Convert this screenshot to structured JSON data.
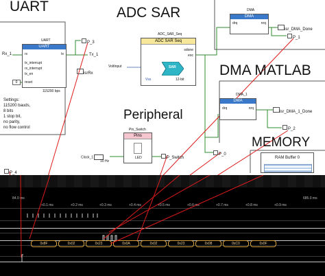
{
  "headings": {
    "uart": "UART",
    "adc": "ADC SAR",
    "dma_matlab": "DMA MATLAB",
    "peripheral": "Peripheral",
    "memory": "MEMORY"
  },
  "uart": {
    "title": "UART",
    "header": "UART",
    "pins_left": [
      "rx",
      "tx_interrupt",
      "rx_interrupt",
      "tx_en",
      "reset"
    ],
    "pin_tx": "tx",
    "input_rx": "Rx_1",
    "input_reset": "0",
    "output_tx": "Tx_1",
    "out_p3": "P_3",
    "isr": "isrRx",
    "baud": "115200 bps",
    "settings": [
      "Settings:",
      "115200 bauds,",
      "8 bits",
      "1 stop bit,",
      "no parity,",
      "no flow control"
    ]
  },
  "adc": {
    "title": "ADC_SAR_Seq",
    "header": "ADC SAR Seq",
    "outputs": [
      "sdone",
      "eoc"
    ],
    "input": "VoltInput",
    "sar_label": "SAR",
    "bits": "12-bit",
    "vss": "Vss"
  },
  "dma1": {
    "title": "DMA",
    "header": "DMA",
    "pins": [
      "drq",
      "nrq"
    ],
    "isr": "isr_DMA_Done",
    "out": "P_1"
  },
  "dma2": {
    "title": "DMA_1",
    "header": "DMA",
    "pins": [
      "drq",
      "nrq"
    ],
    "isr": "isr_DMA_1_Done",
    "out": "P_2"
  },
  "pin_switch": {
    "title": "Pin_Switch",
    "header": "Pins",
    "led": "LED",
    "out": "P_Switch",
    "clock": "Clock_1",
    "clock_freq": "10 Hz"
  },
  "memory": {
    "ram_label": "RAM Buffer 0",
    "p0": "P_0"
  },
  "p4": "P_4",
  "scope": {
    "start": "84.0 ms",
    "end": "685.0 ms",
    "ticks": [
      "+0.1 ms",
      "+0.2 ms",
      "+0.3 ms",
      "+0.4 ms",
      "+0.5 ms",
      "+0.6 ms",
      "+0.7 ms",
      "+0.8 ms",
      "+0.9 ms"
    ],
    "bytes": [
      "0x8F",
      "0x02",
      "0x23",
      "0x0A",
      "0x02",
      "0x23",
      "0x08",
      "0xC0",
      "0x0F"
    ]
  },
  "colors": {
    "annotation_red": "#e01b1b",
    "wire_green": "#2e8b2e",
    "component_header": "#3a78c9",
    "adc_header": "#f6e79a",
    "pins_header": "#f5c6cf",
    "scope_background": "#000000",
    "byte_decode": "#d9a13b"
  }
}
